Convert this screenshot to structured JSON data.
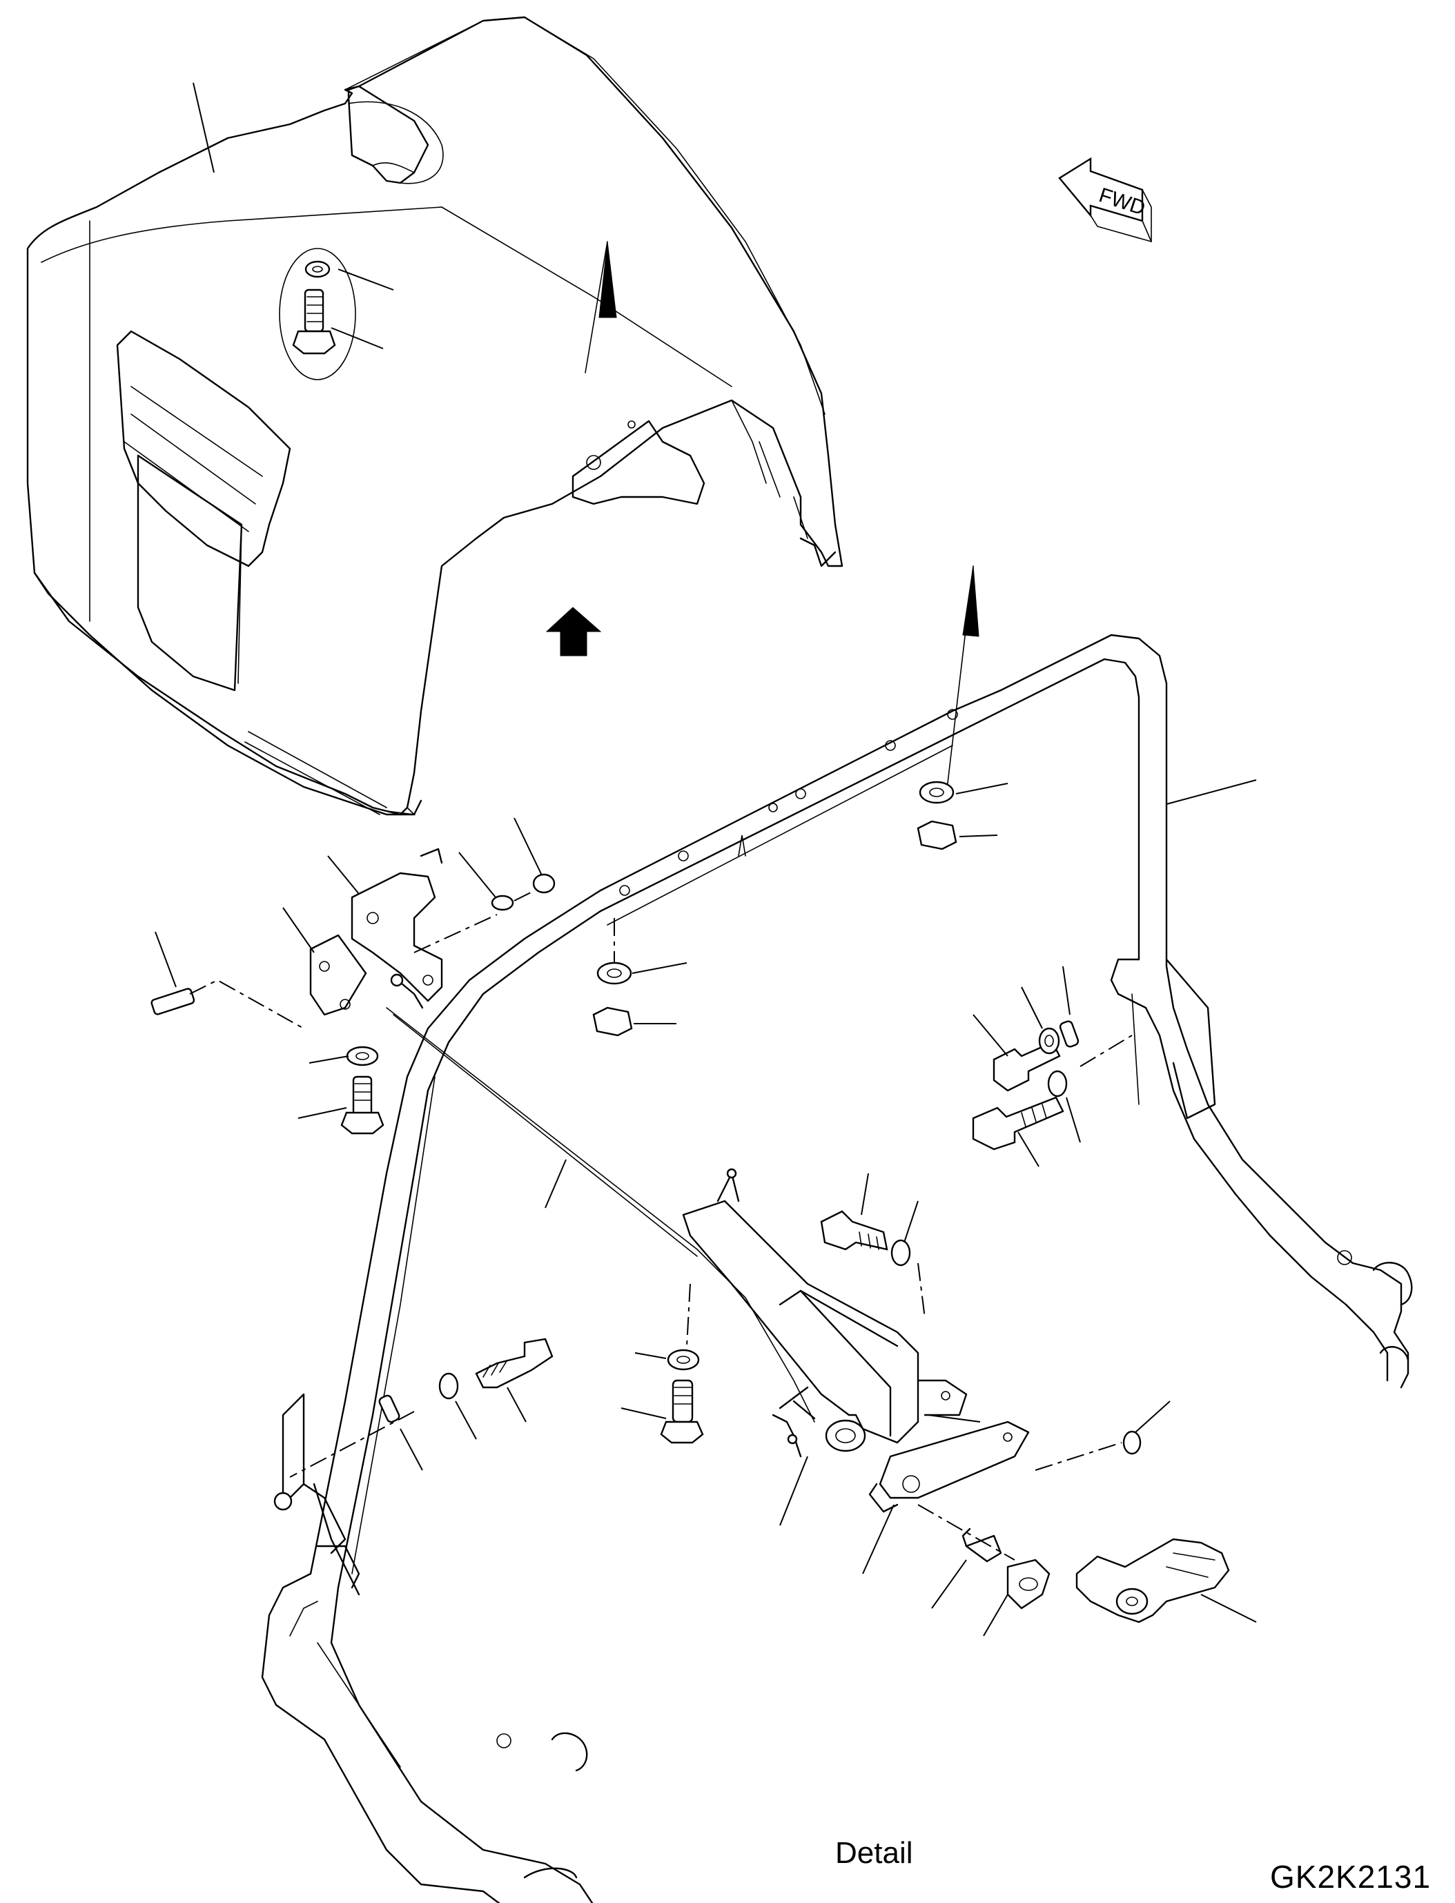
{
  "caption": "Detail",
  "drawing_number": "GK2K2131",
  "direction_marker": "FWD"
}
